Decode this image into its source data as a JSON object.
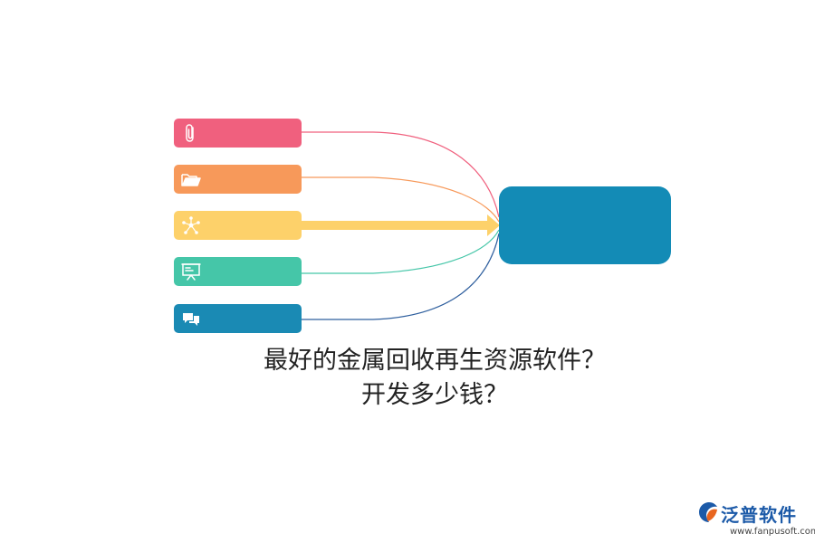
{
  "diagram": {
    "title_lines": [
      "最好的金属回收再生资源软件？",
      "开发多少钱？"
    ],
    "nodes": [
      {
        "icon": "paperclip-icon",
        "color": "#f0607e"
      },
      {
        "icon": "folder-open-icon",
        "color": "#f7995a"
      },
      {
        "icon": "network-icon",
        "color": "#fdd16a"
      },
      {
        "icon": "presentation-board-icon",
        "color": "#45c6a8"
      },
      {
        "icon": "chat-bubbles-icon",
        "color": "#1a8ab4"
      }
    ],
    "center": {
      "color": "#138bb6"
    }
  },
  "logo": {
    "brand": "泛普软件",
    "url": "www.fanpusoft.com",
    "color": "#1c5aa8"
  }
}
